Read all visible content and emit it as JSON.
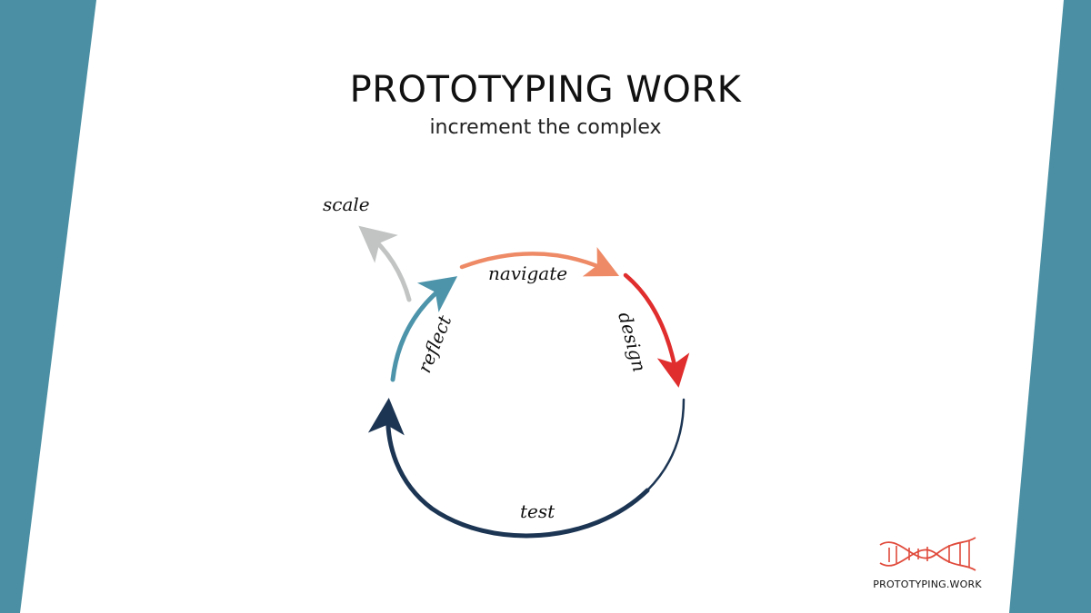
{
  "header": {
    "title": "PROTOTYPING WORK",
    "subtitle": "increment the complex"
  },
  "cycle": {
    "navigate": "navigate",
    "design": "design",
    "test": "test",
    "reflect": "reflect",
    "scale": "scale"
  },
  "logo": {
    "text": "PROTOTYPING.WORK"
  },
  "colors": {
    "side_bar": "#4a8fa3",
    "navigate": "#ee8a66",
    "design": "#e02d2d",
    "test": "#1c3553",
    "reflect": "#4d94ab",
    "scale": "#c2c4c4"
  }
}
